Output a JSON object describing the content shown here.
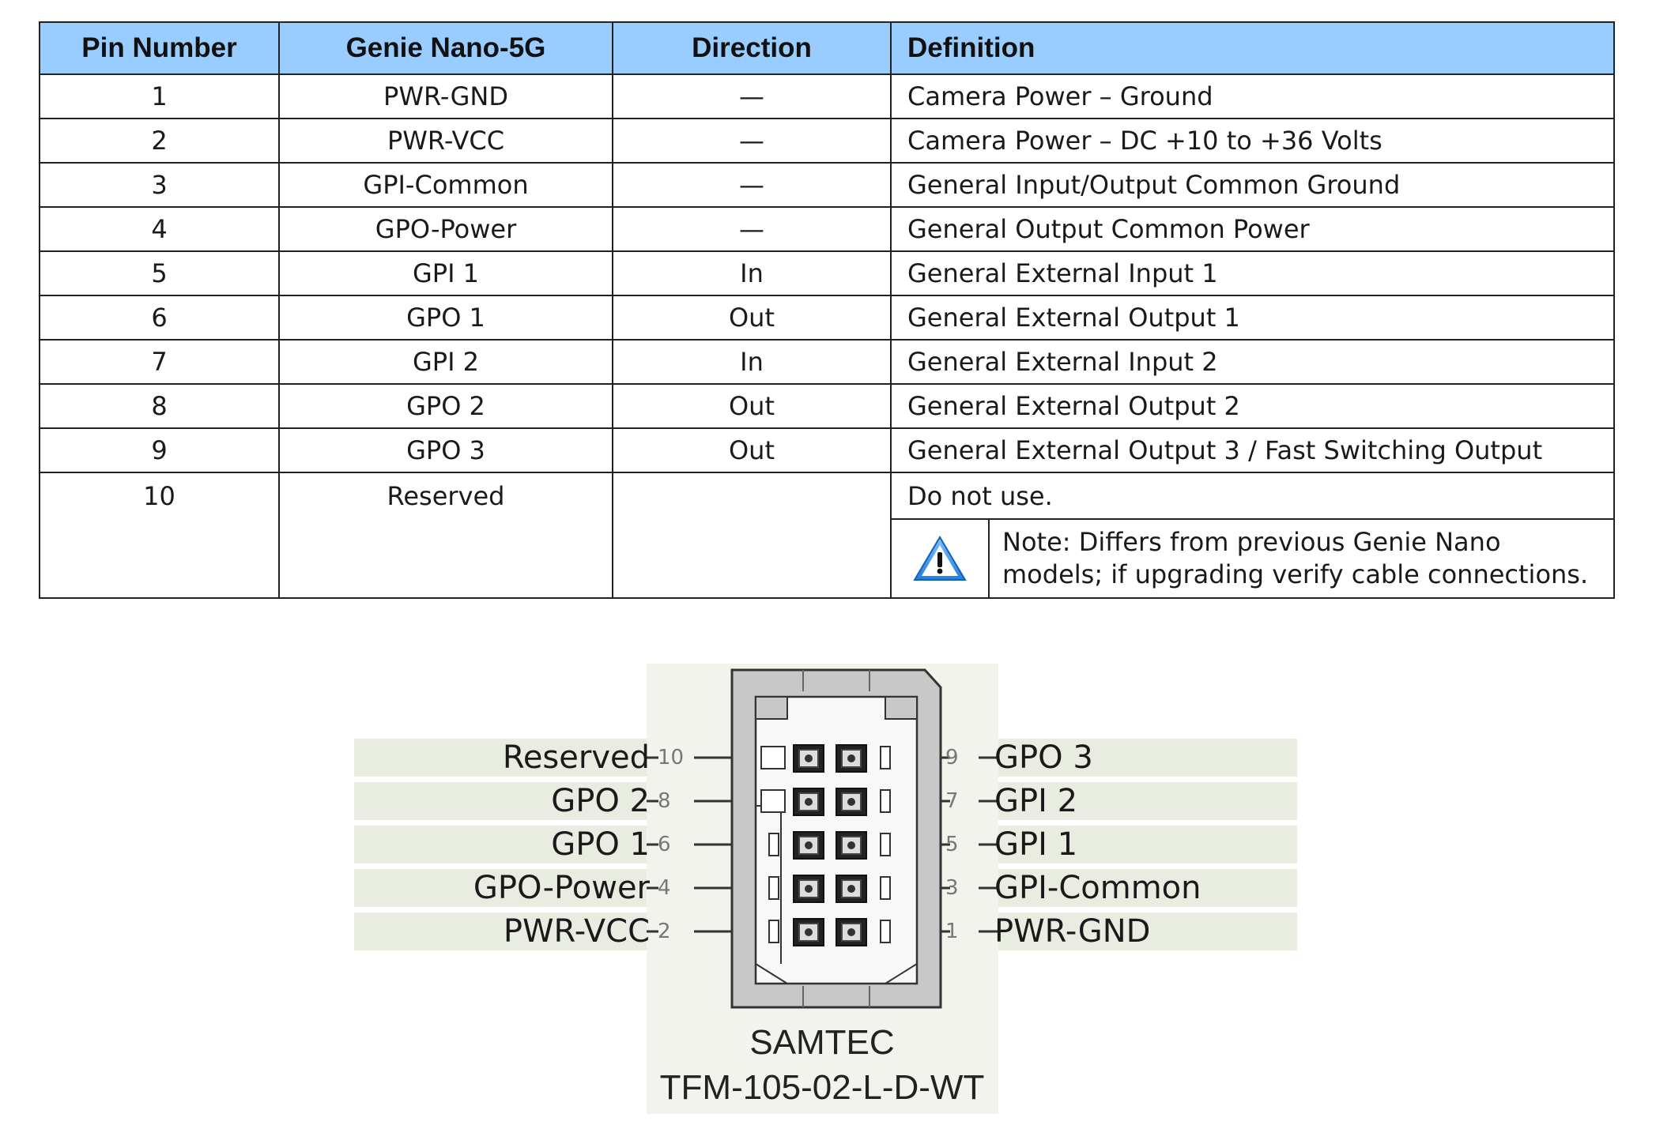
{
  "table": {
    "headers": [
      "Pin Number",
      "Genie Nano-5G",
      "Direction",
      "Definition"
    ],
    "rows": [
      {
        "pin": "1",
        "name": "PWR-GND",
        "direction": "—",
        "definition": "Camera Power – Ground"
      },
      {
        "pin": "2",
        "name": "PWR-VCC",
        "direction": "—",
        "definition": "Camera Power – DC +10 to +36 Volts"
      },
      {
        "pin": "3",
        "name": "GPI-Common",
        "direction": "—",
        "definition": "General Input/Output Common Ground"
      },
      {
        "pin": "4",
        "name": "GPO-Power",
        "direction": "—",
        "definition": "General Output Common Power"
      },
      {
        "pin": "5",
        "name": "GPI 1",
        "direction": "In",
        "definition": "General External Input 1"
      },
      {
        "pin": "6",
        "name": "GPO 1",
        "direction": "Out",
        "definition": "General External Output 1"
      },
      {
        "pin": "7",
        "name": "GPI 2",
        "direction": "In",
        "definition": "General External Input 2"
      },
      {
        "pin": "8",
        "name": "GPO 2",
        "direction": "Out",
        "definition": "General External Output 2"
      },
      {
        "pin": "9",
        "name": "GPO 3",
        "direction": "Out",
        "definition": "General External Output 3 / Fast Switching Output"
      }
    ],
    "reserved": {
      "pin": "10",
      "name": "Reserved",
      "direction": "",
      "definition": "Do not use.",
      "note_line1": "Note: Differs from previous Genie Nano",
      "note_line2": "models; if upgrading verify cable connections.",
      "note_icon": "warning-icon"
    },
    "header_color": "#99ccff"
  },
  "diagram": {
    "left_pins": [
      {
        "label": "Reserved",
        "number": "10"
      },
      {
        "label": "GPO 2",
        "number": "8"
      },
      {
        "label": "GPO 1",
        "number": "6"
      },
      {
        "label": "GPO-Power",
        "number": "4"
      },
      {
        "label": "PWR-VCC",
        "number": "2"
      }
    ],
    "right_pins": [
      {
        "label": "GPO 3",
        "number": "9"
      },
      {
        "label": "GPI 2",
        "number": "7"
      },
      {
        "label": "GPI 1",
        "number": "5"
      },
      {
        "label": "GPI-Common",
        "number": "3"
      },
      {
        "label": "PWR-GND",
        "number": "1"
      }
    ],
    "caption_line1": "SAMTEC",
    "caption_line2": "TFM-105-02-L-D-WT",
    "band_color": "#e9ede1"
  }
}
